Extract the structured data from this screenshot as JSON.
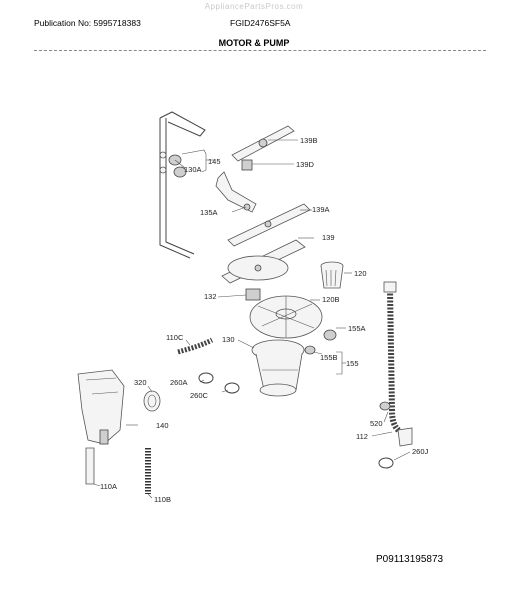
{
  "header": {
    "watermark": "AppliancePartsPros.com",
    "publication": "Publication No: 5995718383",
    "model": "FGID2476SF5A",
    "title": "MOTOR & PUMP"
  },
  "footer": {
    "doc_id": "P09113195873"
  },
  "callouts": {
    "c145": "145",
    "c130A": "130A",
    "c139B": "139B",
    "c139D": "139D",
    "c135A": "135A",
    "c139A": "139A",
    "c139": "139",
    "c120": "120",
    "c132": "132",
    "c120B": "120B",
    "c110C": "110C",
    "c130": "130",
    "c155A": "155A",
    "c155B": "155B",
    "c155": "155",
    "c320": "320",
    "c260A": "260A",
    "c260C": "260C",
    "c140": "140",
    "c520": "520",
    "c112": "112",
    "c260J": "260J",
    "c110A": "110A",
    "c110B": "110B"
  }
}
